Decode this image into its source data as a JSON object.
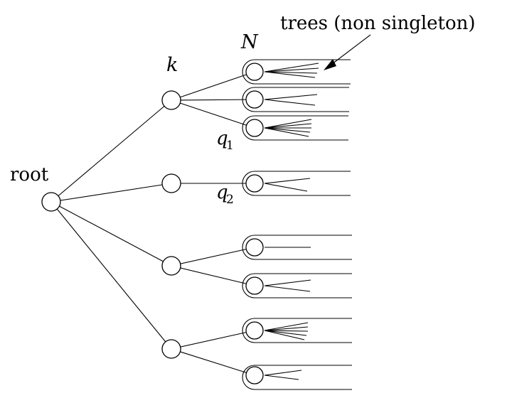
{
  "labels": {
    "root": "root",
    "k": "k",
    "N": "N",
    "q1": "q",
    "q1_sub": "1",
    "q2": "q",
    "q2_sub": "2",
    "trees_note": "trees (non singleton)"
  }
}
